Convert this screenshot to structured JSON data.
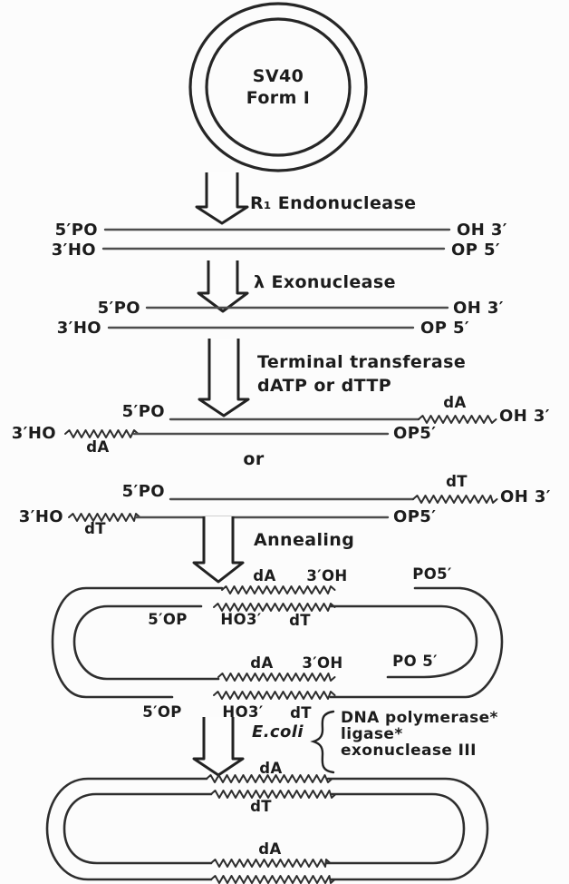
{
  "plasmid": {
    "name": "SV40",
    "form": "Form I"
  },
  "steps": {
    "s1": "R₁ Endonuclease",
    "s2": "λ Exonuclease",
    "s3_line1": "Terminal transferase",
    "s3_line2": "dATP or dTTP",
    "s4": "Annealing",
    "s5_organism": "E.coli",
    "s5_enzymes": [
      "DNA polymerase*",
      "ligase*",
      "exonuclease III"
    ]
  },
  "or_label": "or",
  "duplexes": {
    "d1": {
      "tl": "5′PO",
      "tr": "OH 3′",
      "bl": "3′HO",
      "br": "OP 5′"
    },
    "d2": {
      "tl": "5′PO",
      "tr": "OH 3′",
      "bl": "3′HO",
      "br": "OP 5′"
    },
    "d3": {
      "tl": "5′PO",
      "tr": "OH 3′",
      "bl": "3′HO",
      "br": "OP5′",
      "tail_top": "dA",
      "tail_bottom": "dA"
    },
    "d4": {
      "tl": "5′PO",
      "tr": "OH 3′",
      "bl": "3′HO",
      "br": "OP5′",
      "tail_top": "dT",
      "tail_bottom": "dT"
    }
  },
  "annealed": {
    "top": {
      "above": [
        "dA",
        "3′OH",
        "PO5′"
      ],
      "below": [
        "5′OP",
        "HO3′",
        "dT"
      ]
    },
    "bottom": {
      "above": [
        "dA",
        "3′OH",
        "PO 5′"
      ],
      "below": [
        "5′OP",
        "HO3′",
        "dT"
      ]
    }
  },
  "final": {
    "top_above": "dA",
    "top_below": "dT",
    "bottom_above": "dA"
  },
  "colors": {
    "ink": "#1c1c1c",
    "line": "#4d4d4d",
    "background": "#fcfcfc"
  }
}
